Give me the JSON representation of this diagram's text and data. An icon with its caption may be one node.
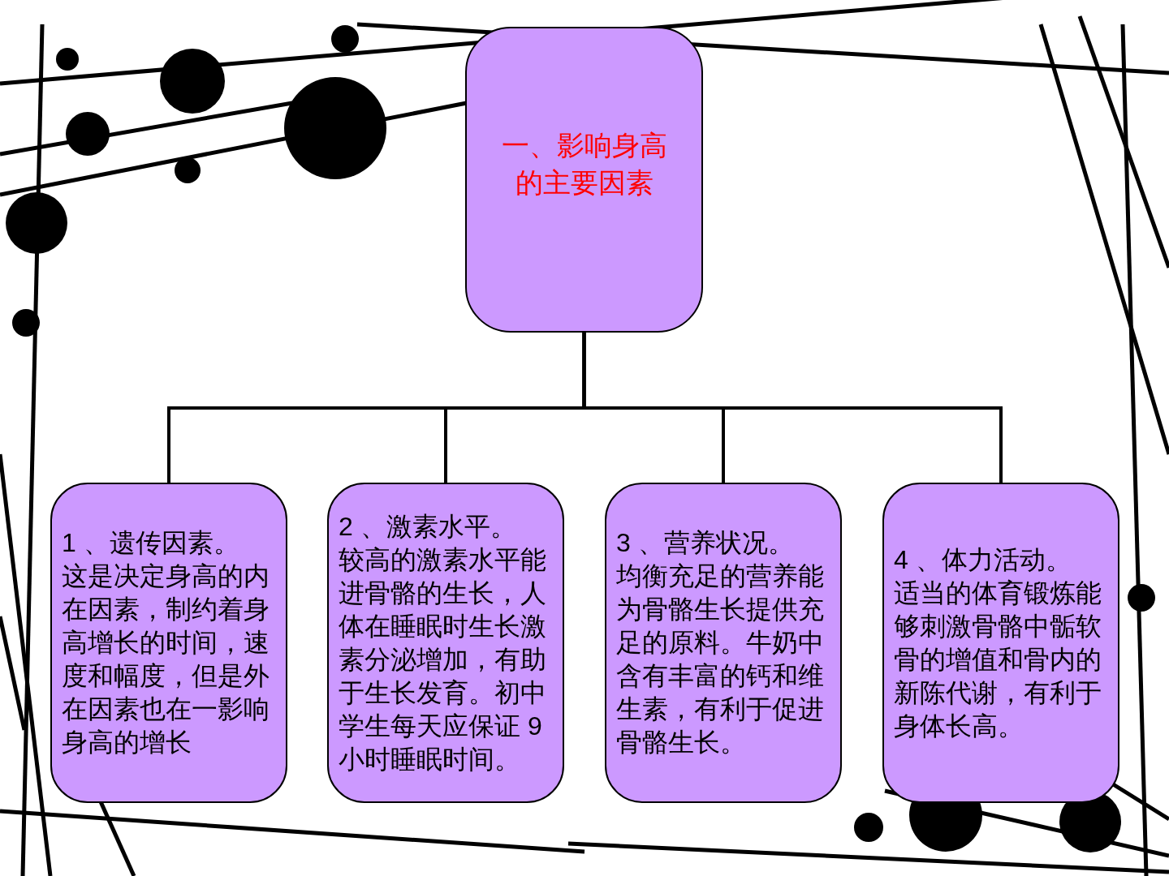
{
  "diagram": {
    "nodes": [
      {
        "text": [
          "一、影响身高的主要因素"
        ]
      },
      {
        "text": [
          "1 、遗传因素。",
          "这是决定身高的内在因素，制约着身高增长的时间，速度和幅度，但是外在因素也在一影响身高的增长"
        ]
      },
      {
        "text": [
          "2 、激素水平。",
          "较高的激素水平能进骨骼的生长，人体在睡眠时生长激素分泌增加，有助于生长发育。初中学生每天应保证 9 小时睡眠时间。"
        ]
      },
      {
        "text": [
          "3 、营养状况。",
          "均衡充足的营养能为骨骼生长提供充足的原料。牛奶中含有丰富的钙和维生素，有利于促进骨骼生长。"
        ]
      },
      {
        "text": [
          "4 、体力活动。",
          "适当的体育锻炼能够刺激骨骼中骺软骨的增值和骨内的新陈代谢，有利于身体长高。"
        ]
      }
    ],
    "edges": [
      {
        "from": 0,
        "to": 1,
        "arrow": "none"
      },
      {
        "from": 0,
        "to": 2,
        "arrow": "none"
      },
      {
        "from": 0,
        "to": 3,
        "arrow": "none"
      },
      {
        "from": 0,
        "to": 4,
        "arrow": "none"
      }
    ]
  }
}
